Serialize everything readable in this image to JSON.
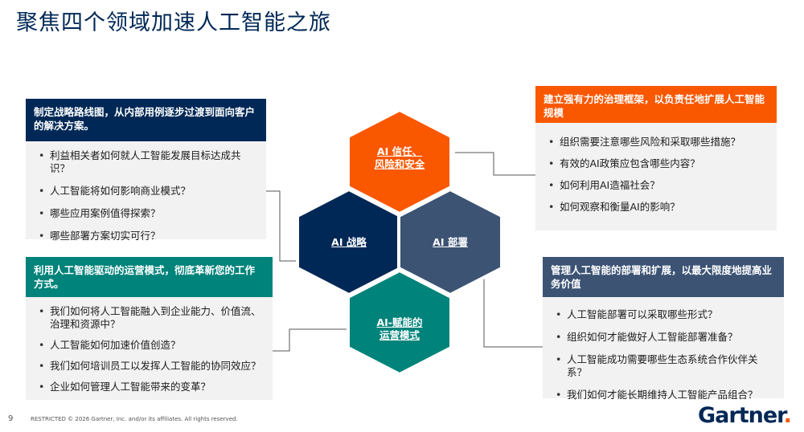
{
  "title": "聚焦四个领域加速人工智能之旅",
  "panels": {
    "strategy": {
      "heading": "制定战略路线图，从内部用例逐步过渡到面向客户的解决方案。",
      "items": [
        "利益相关者如何就人工智能发展目标达成共识？",
        "人工智能将如何影响商业模式？",
        "哪些应用案例值得探索？",
        "哪些部署方案切实可行？"
      ],
      "color": "#002856"
    },
    "operating": {
      "heading": "利用人工智能驱动的运营模式，彻底革新您的工作方式。",
      "items": [
        "我们如何将人工智能融入到企业能力、价值流、治理和资源中？",
        "人工智能如何加速价值创造？",
        "我们如何培训员工以发挥人工智能的协同效应？",
        "企业如何管理人工智能带来的变革？"
      ],
      "color": "#00837a"
    },
    "trust": {
      "heading": "建立强有力的治理框架，以负责任地扩展人工智能规模",
      "items": [
        "组织需要注意哪些风险和采取哪些措施？",
        "有效的AI政策应包含哪些内容？",
        "如何利用AI造福社会？",
        "如何观察和衡量AI的影响？"
      ],
      "color": "#f95700"
    },
    "deployment": {
      "heading": "管理人工智能的部署和扩展，以最大限度地提高业务价值",
      "items": [
        "人工智能部署可以采取哪些形式？",
        "组织如何才能做好人工智能部署准备？",
        "人工智能成功需要哪些生态系统合作伙伴关系？",
        "我们如何才能长期维持人工智能产品组合？"
      ],
      "color": "#3c5374"
    }
  },
  "hexes": {
    "trust": {
      "line1": "AI 信任、",
      "line2": "风险和安全",
      "color": "#f95700"
    },
    "strategy": {
      "line1": "AI 战略",
      "color": "#002856"
    },
    "deployment": {
      "line1": "AI 部署",
      "color": "#3c5374"
    },
    "operating": {
      "line1": "AI-赋能的",
      "line2": "运营模式",
      "color": "#00837a"
    }
  },
  "footer": {
    "page": "9",
    "text": "RESTRICTED © 2026 Gartner, Inc. and/or its affiliates. All rights reserved.",
    "logo": "Gartner",
    "logo_dot": "."
  }
}
